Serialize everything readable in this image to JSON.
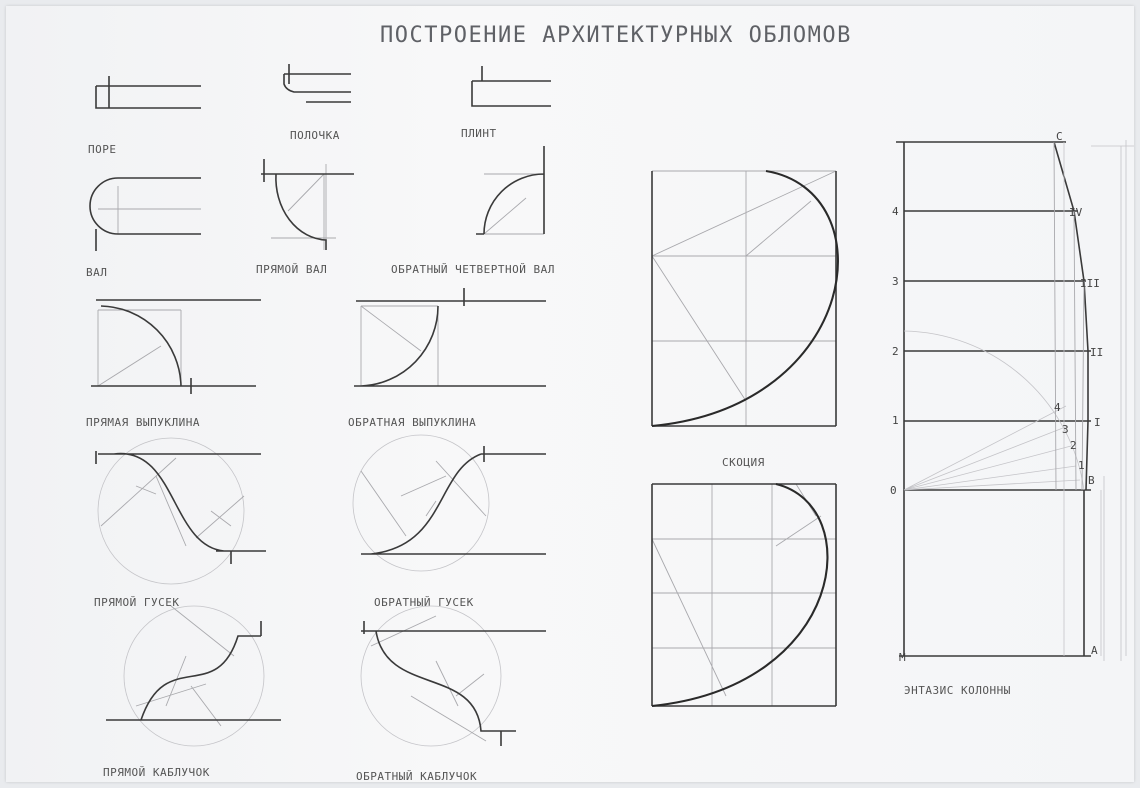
{
  "title": "ПОСТРОЕНИЕ АРХИТЕКТУРНЫХ ОБЛОМОВ",
  "labels": {
    "pore": "ПОРЕ",
    "polochka": "ПОЛОЧКА",
    "plint": "ПЛИНТ",
    "val": "ВАЛ",
    "pryamoy_val": "ПРЯМОЙ ВАЛ",
    "obratny_chetvertnoy_val": "ОБРАТНЫЙ ЧЕТВЕРТНОЙ ВАЛ",
    "pryamaya_vypuklina": "ПРЯМАЯ ВЫПУКЛИНА",
    "obratnaya_vypuklina": "ОБРАТНАЯ ВЫПУКЛИНА",
    "pryamoy_gusek": "ПРЯМОЙ ГУСЕК",
    "obratny_gusek": "ОБРАТНЫЙ ГУСЕК",
    "pryamoy_kablukok": "ПРЯМОЙ КАБЛУЧОК",
    "obratny_kablukok": "ОБРАТНЫЙ КАБЛУЧОК",
    "skotsiya": "СКОЦИЯ",
    "entasis": "ЭНТАЗИС КОЛОННЫ"
  },
  "entasis_marks": {
    "top": "С",
    "base": "В",
    "bottom_right": "А",
    "bottom_left": "М",
    "left_levels": [
      "0",
      "1",
      "2",
      "3",
      "4"
    ],
    "right_levels": [
      "I",
      "II",
      "III",
      "IV"
    ],
    "fan_points": [
      "1",
      "2",
      "3",
      "4"
    ]
  }
}
